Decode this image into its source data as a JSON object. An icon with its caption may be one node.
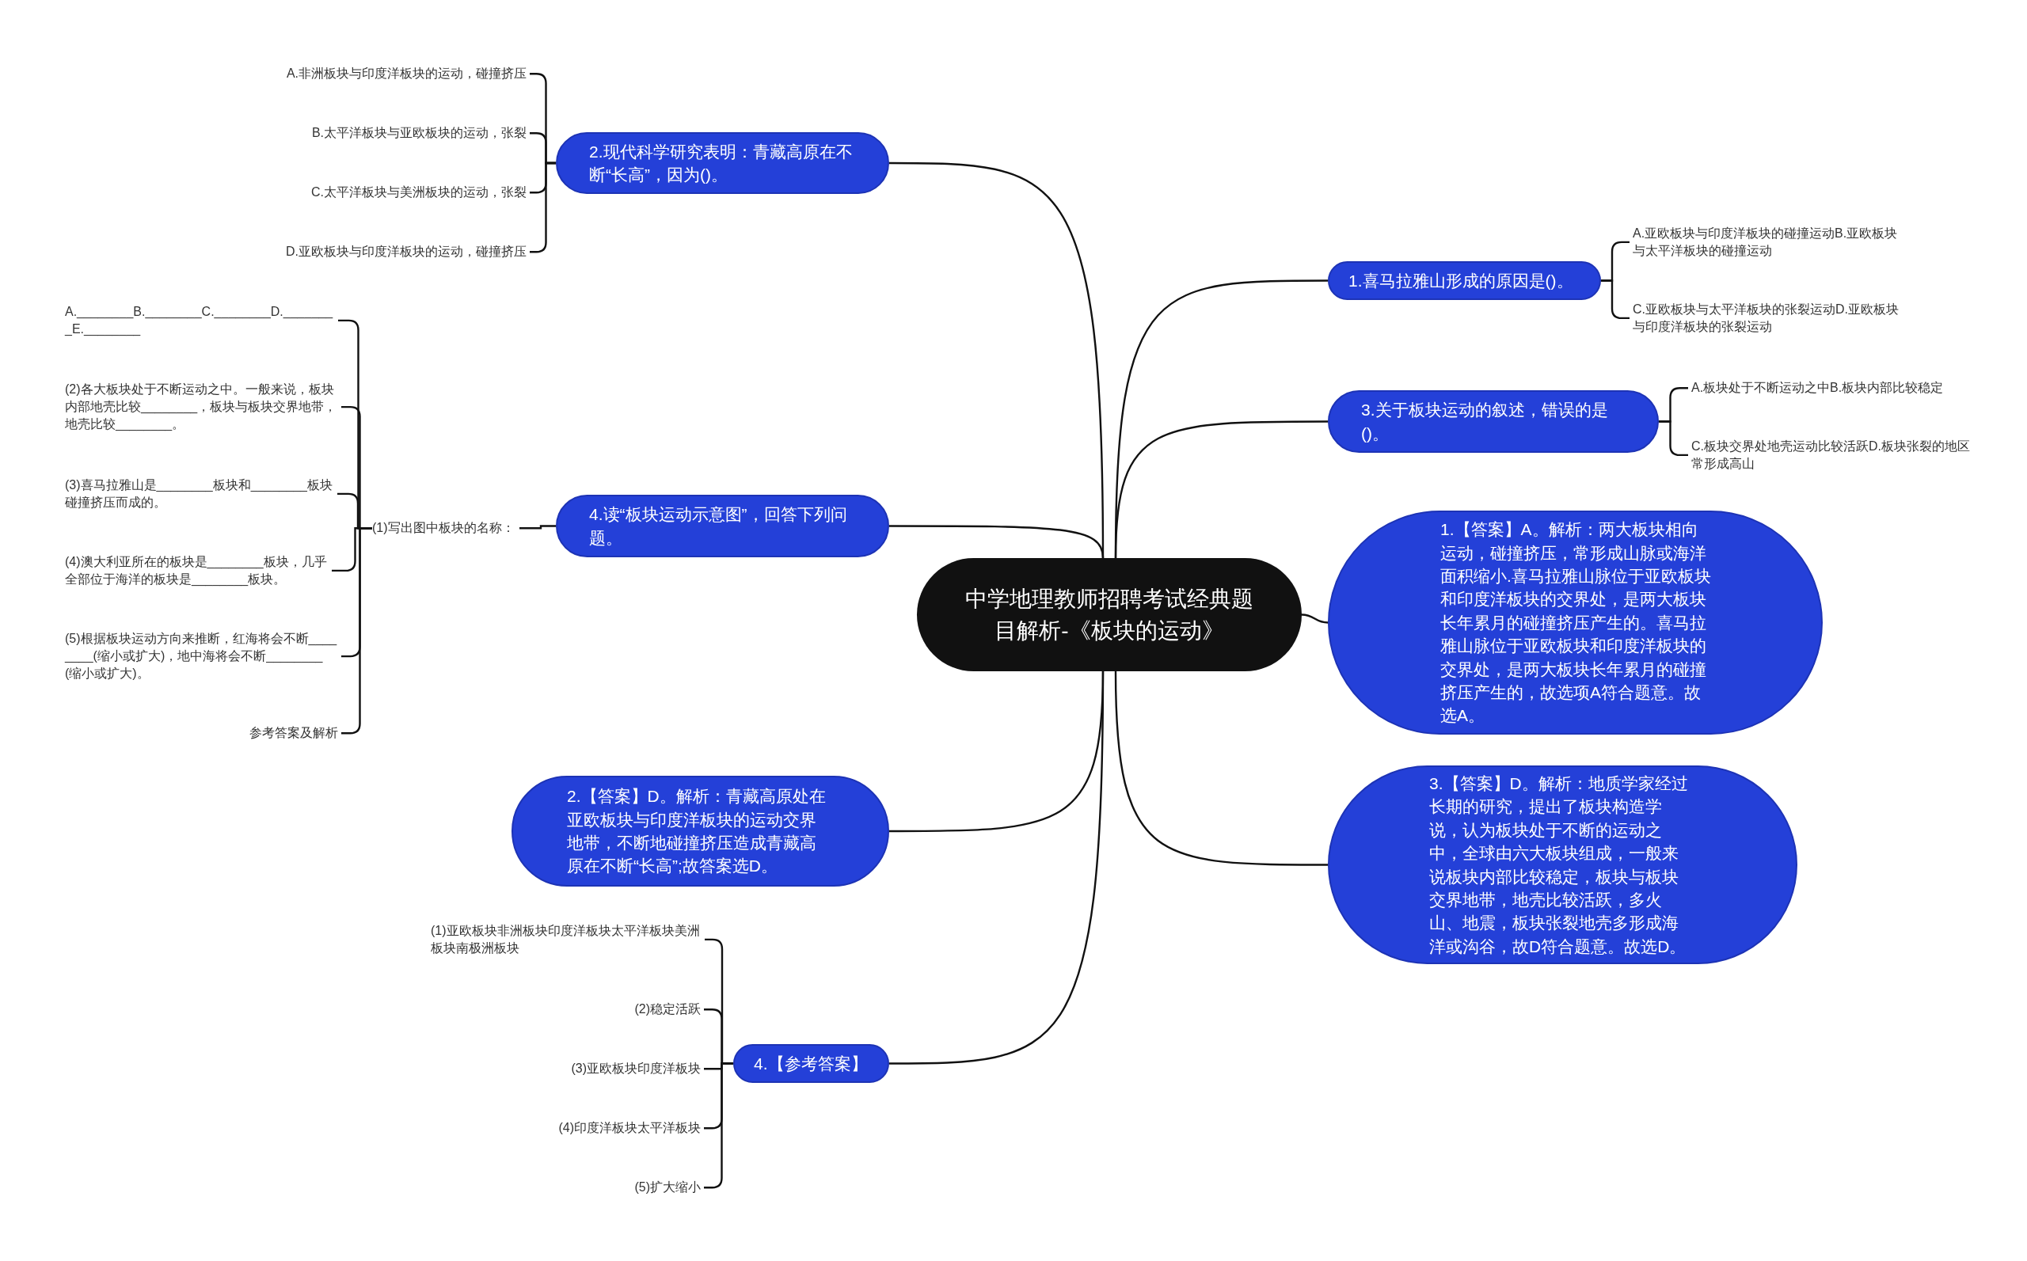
{
  "diagram": {
    "nodes": [
      {
        "text": [
          "中学地理教师招聘考试经典题目解析-《板块的运动》"
        ]
      },
      {
        "text": [
          "2.现代科学研究表明：青藏高原在不断“长高”，因为()。"
        ]
      },
      {
        "text": [
          "A.非洲板块与印度洋板块的运动，碰撞挤压"
        ]
      },
      {
        "text": [
          "B.太平洋板块与亚欧板块的运动，张裂"
        ]
      },
      {
        "text": [
          "C.太平洋板块与美洲板块的运动，张裂"
        ]
      },
      {
        "text": [
          "D.亚欧板块与印度洋板块的运动，碰撞挤压"
        ]
      },
      {
        "text": [
          "1.喜马拉雅山形成的原因是()。"
        ]
      },
      {
        "text": [
          "A.亚欧板块与印度洋板块的碰撞运动B.亚欧板块与太平洋板块的碰撞运动"
        ]
      },
      {
        "text": [
          "C.亚欧板块与太平洋板块的张裂运动D.亚欧板块与印度洋板块的张裂运动"
        ]
      },
      {
        "text": [
          "3.关于板块运动的叙述，错误的是()。"
        ]
      },
      {
        "text": [
          "A.板块处于不断运动之中B.板块内部比较稳定"
        ]
      },
      {
        "text": [
          "C.板块交界处地壳运动比较活跃D.板块张裂的地区常形成高山"
        ]
      },
      {
        "text": [
          "1.【答案】A。解析：两大板块相向运动，碰撞挤压，常形成山脉或海洋面积缩小.喜马拉雅山脉位于亚欧板块和印度洋板块的交界处，是两大板块长年累月的碰撞挤压产生的。喜马拉雅山脉位于亚欧板块和印度洋板块的交界处，是两大板块长年累月的碰撞挤压产生的，故选项A符合题意。故选A。"
        ]
      },
      {
        "text": [
          "4.读“板块运动示意图”，回答下列问题。"
        ]
      },
      {
        "text": [
          "(1)写出图中板块的名称："
        ]
      },
      {
        "text": [
          "A.________B.________C.________D.________E.________"
        ]
      },
      {
        "text": [
          "(2)各大板块处于不断运动之中。一般来说，板块内部地壳比较________，板块与板块交界地带，地壳比较________。"
        ]
      },
      {
        "text": [
          "(3)喜马拉雅山是________板块和________板块碰撞挤压而成的。"
        ]
      },
      {
        "text": [
          "(4)澳大利亚所在的板块是________板块，几乎全部位于海洋的板块是________板块。"
        ]
      },
      {
        "text": [
          "(5)根据板块运动方向来推断，红海将会不断________(缩小或扩大)，地中海将会不断________(缩小或扩大)。"
        ]
      },
      {
        "text": [
          "参考答案及解析"
        ]
      },
      {
        "text": [
          "2.【答案】D。解析：青藏高原处在亚欧板块与印度洋板块的运动交界地带，不断地碰撞挤压造成青藏高原在不断“长高”;故答案选D。"
        ]
      },
      {
        "text": [
          "3.【答案】D。解析：地质学家经过长期的研究，提出了板块构造学说，认为板块处于不断的运动之中，全球由六大板块组成，一般来说板块内部比较稳定，板块与板块交界地带，地壳比较活跃，多火山、地震，板块张裂地壳多形成海洋或沟谷，故D符合题意。故选D。"
        ]
      },
      {
        "text": [
          "4.【参考答案】"
        ]
      },
      {
        "text": [
          "(1)亚欧板块非洲板块印度洋板块太平洋板块美洲板块南极洲板块"
        ]
      },
      {
        "text": [
          "(2)稳定活跃"
        ]
      },
      {
        "text": [
          "(3)亚欧板块印度洋板块"
        ]
      },
      {
        "text": [
          "(4)印度洋板块太平洋板块"
        ]
      },
      {
        "text": [
          "(5)扩大缩小"
        ]
      }
    ],
    "edges": [
      {
        "from": 0,
        "to": 1,
        "arrow": "none"
      },
      {
        "from": 1,
        "to": 2,
        "arrow": "none"
      },
      {
        "from": 1,
        "to": 3,
        "arrow": "none"
      },
      {
        "from": 1,
        "to": 4,
        "arrow": "none"
      },
      {
        "from": 1,
        "to": 5,
        "arrow": "none"
      },
      {
        "from": 0,
        "to": 6,
        "arrow": "none"
      },
      {
        "from": 6,
        "to": 7,
        "arrow": "none"
      },
      {
        "from": 6,
        "to": 8,
        "arrow": "none"
      },
      {
        "from": 0,
        "to": 9,
        "arrow": "none"
      },
      {
        "from": 9,
        "to": 10,
        "arrow": "none"
      },
      {
        "from": 9,
        "to": 11,
        "arrow": "none"
      },
      {
        "from": 0,
        "to": 12,
        "arrow": "none"
      },
      {
        "from": 0,
        "to": 13,
        "arrow": "none"
      },
      {
        "from": 13,
        "to": 14,
        "arrow": "none"
      },
      {
        "from": 14,
        "to": 15,
        "arrow": "none"
      },
      {
        "from": 14,
        "to": 16,
        "arrow": "none"
      },
      {
        "from": 14,
        "to": 17,
        "arrow": "none"
      },
      {
        "from": 14,
        "to": 18,
        "arrow": "none"
      },
      {
        "from": 14,
        "to": 19,
        "arrow": "none"
      },
      {
        "from": 14,
        "to": 20,
        "arrow": "none"
      },
      {
        "from": 0,
        "to": 21,
        "arrow": "none"
      },
      {
        "from": 0,
        "to": 22,
        "arrow": "none"
      },
      {
        "from": 0,
        "to": 23,
        "arrow": "none"
      },
      {
        "from": 23,
        "to": 24,
        "arrow": "none"
      },
      {
        "from": 23,
        "to": 25,
        "arrow": "none"
      },
      {
        "from": 23,
        "to": 26,
        "arrow": "none"
      },
      {
        "from": 23,
        "to": 27,
        "arrow": "none"
      },
      {
        "from": 23,
        "to": 28,
        "arrow": "none"
      }
    ]
  }
}
